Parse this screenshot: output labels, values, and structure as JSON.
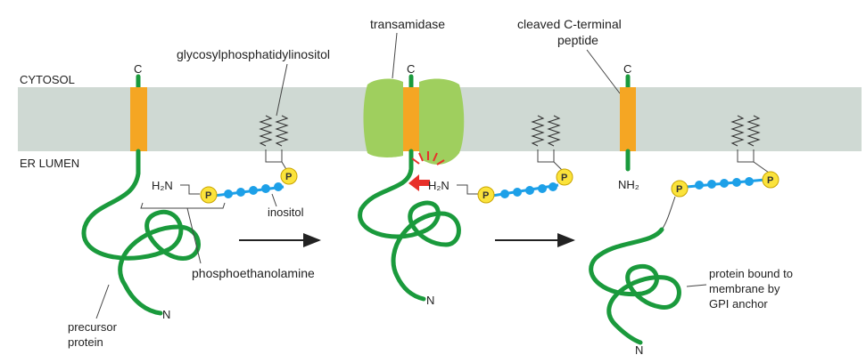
{
  "labels": {
    "cytosol": "CYTOSOL",
    "er_lumen": "ER LUMEN",
    "c_terminus": "C",
    "gpi": "glycosylphosphatidylinositol",
    "transamidase": "transamidase",
    "cleaved_line1": "cleaved C-terminal",
    "cleaved_line2": "peptide",
    "h2n": "H₂N",
    "nh2": "NH₂",
    "phosphate": "P",
    "inositol": "inositol",
    "phosphoethanolamine": "phosphoethanolamine",
    "precursor_line1": "precursor",
    "precursor_line2": "protein",
    "n_terminus": "N",
    "bound_line1": "protein bound to",
    "bound_line2": "membrane by",
    "bound_line3": "GPI anchor"
  },
  "colors": {
    "membrane": "#cfd9d3",
    "helix": "#f5a623",
    "protein": "#1a9a3c",
    "enzyme": "#9fcf5e",
    "phosphate": "#fbe33b",
    "sugar": "#1da0e8",
    "arrow_red": "#e8302a"
  }
}
